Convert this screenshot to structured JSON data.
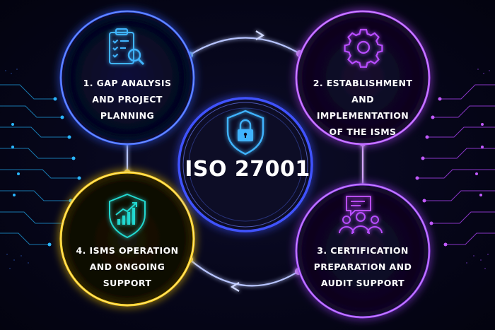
{
  "center": {
    "title": "ISO 27001",
    "icon": "shield-lock-icon"
  },
  "steps": [
    {
      "label": "1. GAP ANALYSIS\nAND PROJECT\nPLANNING",
      "icon": "clipboard-search-icon",
      "color": "#3d6bff"
    },
    {
      "label": "2. ESTABLISHMENT\nAND IMPLEMENTATION\nOF THE ISMS",
      "icon": "gear-icon",
      "color": "#b34dff"
    },
    {
      "label": "3. CERTIFICATION\nPREPARATION AND\nAUDIT SUPPORT",
      "icon": "team-chat-icon",
      "color": "#a347ff"
    },
    {
      "label": "4. ISMS OPERATION\nAND ONGOING\nSUPPORT",
      "icon": "shield-growth-icon",
      "color": "#ffd21a"
    }
  ],
  "colors": {
    "background": "#06061a",
    "center_ring": "#4a5bff",
    "connector": "#9aa8ff",
    "icon_blue": "#3fb4ff",
    "icon_purple": "#b84dff",
    "icon_teal": "#24d8d0"
  }
}
